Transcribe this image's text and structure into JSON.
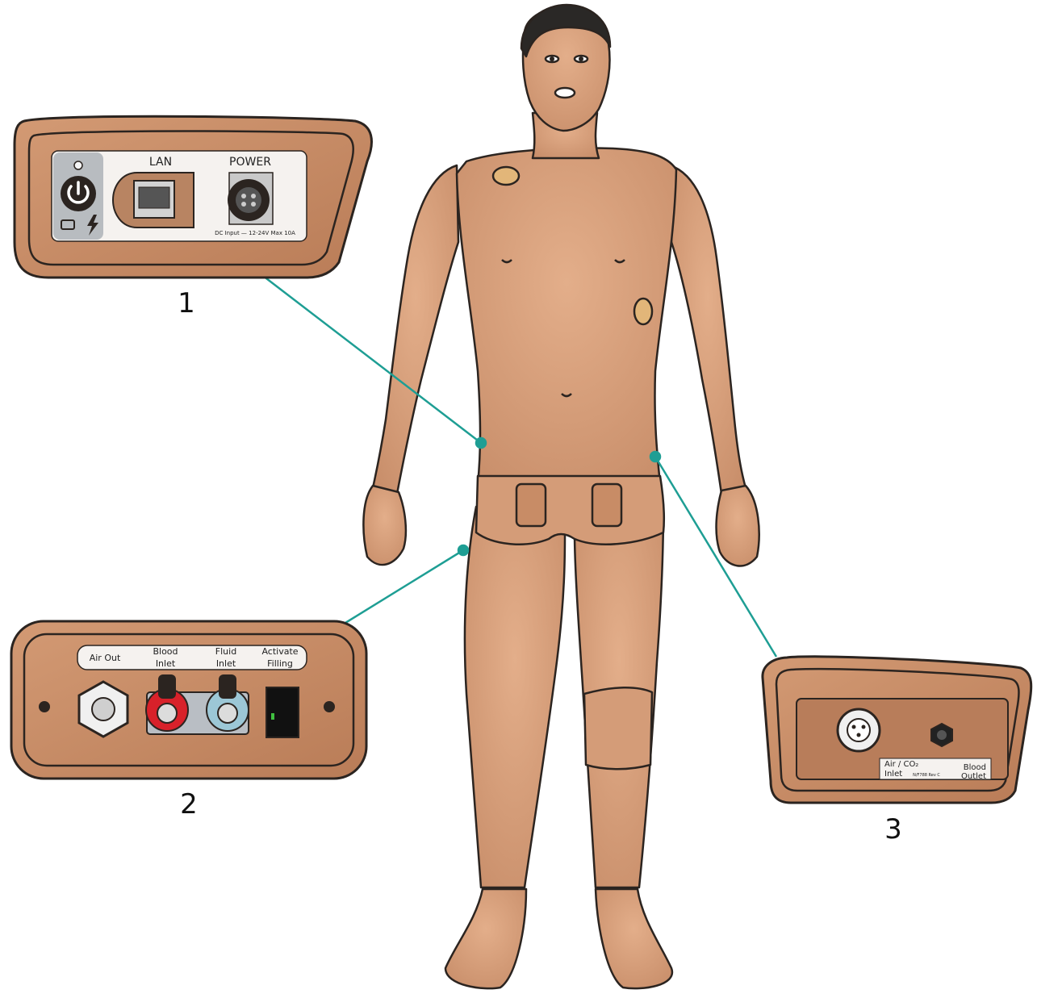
{
  "colors": {
    "skin": "#d9a27e",
    "skin_shade": "#c48a66",
    "panel": "#c88c66",
    "panel_inner": "#b97d58",
    "outline": "#2b2420",
    "leader": "#1e9e94",
    "hair": "#2a2826",
    "pad": "#e2b679"
  },
  "callouts": [
    {
      "number": "1"
    },
    {
      "number": "2"
    },
    {
      "number": "3"
    }
  ],
  "panel1": {
    "lan_label": "LAN",
    "power_label": "POWER",
    "dc_label": "DC Input — 12-24V Max 10A",
    "icons": [
      "power-icon",
      "battery-icon",
      "bolt-icon",
      "led-icon",
      "ethernet-port-icon",
      "power-connector-icon"
    ]
  },
  "panel2": {
    "labels": [
      {
        "line1": "Air Out",
        "line2": ""
      },
      {
        "line1": "Blood",
        "line2": "Inlet"
      },
      {
        "line1": "Fluid",
        "line2": "Inlet"
      },
      {
        "line1": "Activate",
        "line2": "Filling"
      }
    ],
    "icons": [
      "screw-icon",
      "hex-connector-icon",
      "blood-inlet-connector-icon",
      "fluid-inlet-connector-icon",
      "fill-switch-icon"
    ]
  },
  "panel3": {
    "air_label_line1": "Air / CO₂",
    "air_label_line2": "Inlet",
    "part_code": "N/F788 Rev C",
    "blood_label_line1": "Blood",
    "blood_label_line2": "Outlet",
    "icons": [
      "xlr-connector-icon",
      "blood-outlet-connector-icon"
    ]
  }
}
